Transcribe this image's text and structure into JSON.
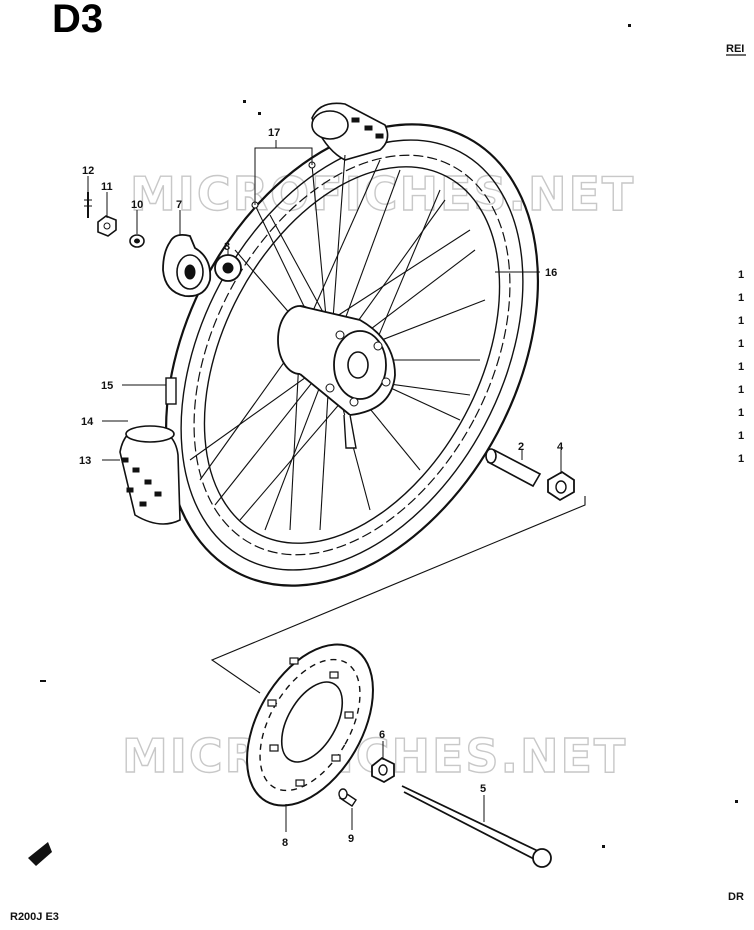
{
  "header": {
    "section_code": "D3"
  },
  "header_right": {
    "ref": "REI"
  },
  "watermark": {
    "text": "MICROFICHES.NET"
  },
  "right_edge_marks": [
    "1",
    "1",
    "1",
    "1",
    "1",
    "1",
    "1",
    "1",
    "1"
  ],
  "callouts": {
    "c1": "17",
    "c2": "12",
    "c3": "11",
    "c4": "10",
    "c5": "7",
    "c6": "3",
    "c7": "16",
    "c8": "15",
    "c9": "14",
    "c10": "13",
    "c11": "2",
    "c12": "4",
    "c13": "6",
    "c14": "5",
    "c15": "8",
    "c16": "9"
  },
  "footer": {
    "model": "R200J E3",
    "right": "DR"
  }
}
